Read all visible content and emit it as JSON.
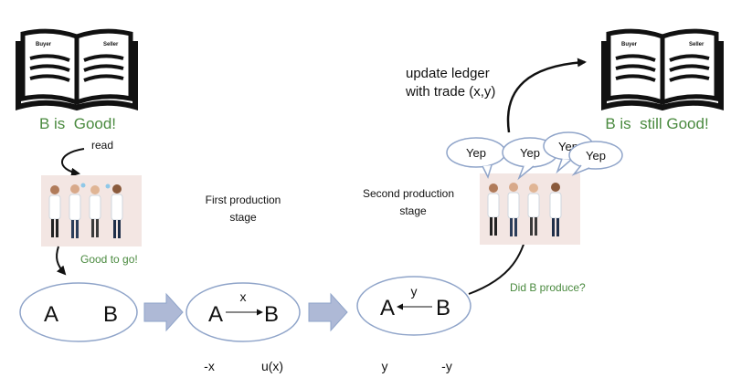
{
  "ledger_left": {
    "book_header_left": "Buyer",
    "book_header_right": "Seller",
    "caption": "B is  Good!"
  },
  "ledger_right": {
    "book_header_left": "Buyer",
    "book_header_right": "Seller",
    "caption": "B is  still Good!"
  },
  "read_label": "read",
  "validators_left_status": "Good to go!",
  "update_label_line1": "update ledger",
  "update_label_line2": "with trade (x,y)",
  "stage1_line1": "First production",
  "stage1_line2": "stage",
  "stage2_line1": "Second production",
  "stage2_line2": "stage",
  "did_b_produce": "Did B produce?",
  "bubbles": [
    "Yep",
    "Yep",
    "Yep",
    "Yep"
  ],
  "ellipse1": {
    "left": "A",
    "right": "B"
  },
  "ellipse2": {
    "left": "A",
    "right": "B",
    "arrow_label": "x"
  },
  "ellipse3": {
    "left": "A",
    "right": "B",
    "arrow_label": "y"
  },
  "payoffs": {
    "stage1_a": "-x",
    "stage1_b": "u(x)",
    "stage2_a": "y",
    "stage2_b": "-y"
  },
  "colors": {
    "accent_green": "#4a8a3f",
    "ellipse_stroke": "#8fa4c9",
    "block_arrow_fill": "#aeb9d6"
  }
}
